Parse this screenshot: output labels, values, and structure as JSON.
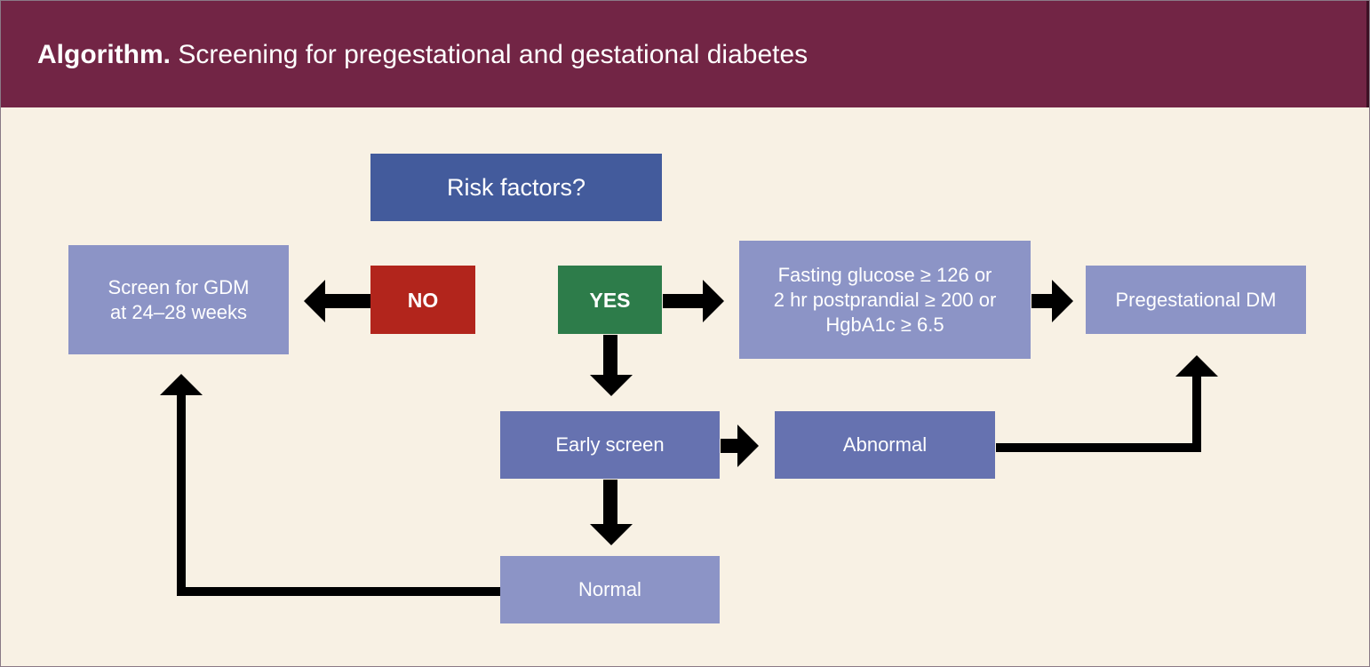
{
  "header": {
    "title_lead": "Algorithm.",
    "title_rest": "Screening for pregestational and gestational diabetes"
  },
  "flowchart": {
    "risk_factors": "Risk factors?",
    "no": "NO",
    "yes": "YES",
    "screen_gdm": "Screen for GDM\nat 24–28 weeks",
    "fasting_criteria": "Fasting glucose ≥ 126 or\n2 hr postprandial ≥ 200 or\nHgbA1c ≥ 6.5",
    "pregestational_dm": "Pregestational DM",
    "early_screen": "Early screen",
    "abnormal": "Abnormal",
    "normal": "Normal"
  },
  "colors": {
    "header_bg": "#722545",
    "panel_bg": "#f8f1e4",
    "box_light": "#8c94c6",
    "box_mid": "#6672b0",
    "box_dark": "#435b9c",
    "no_red": "#b2251c",
    "yes_green": "#2d7c4a",
    "arrow": "#000000"
  }
}
